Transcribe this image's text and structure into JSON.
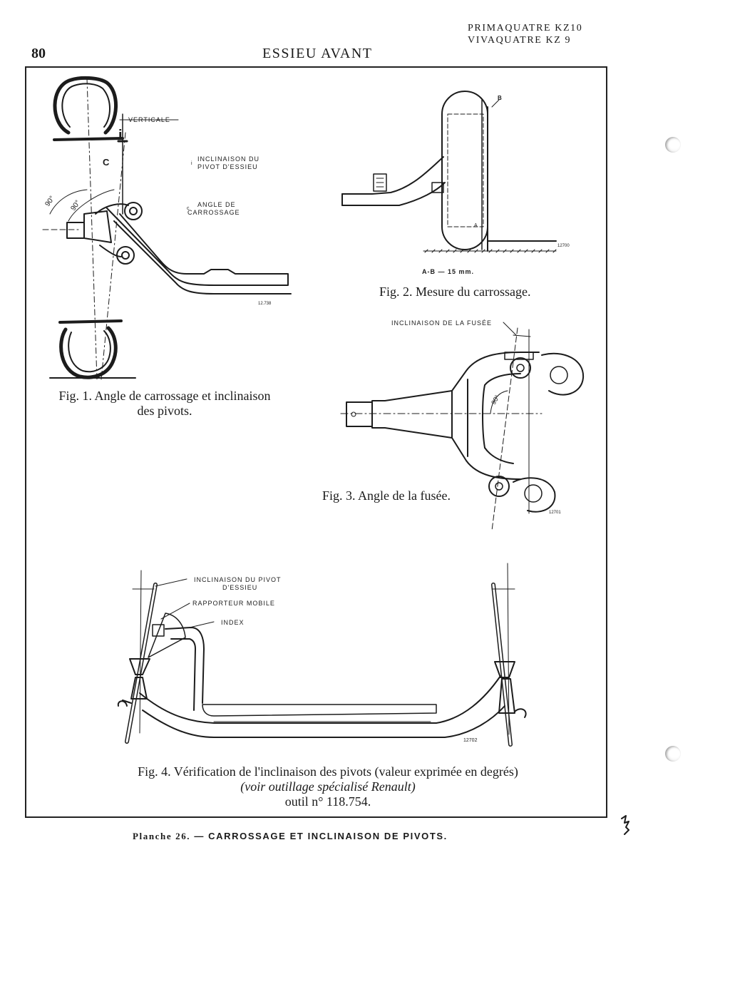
{
  "header": {
    "page_number": "80",
    "title": "ESSIEU AVANT",
    "model_line_1": "PRIMAQUATRE KZ10",
    "model_line_2": "VIVAQUATRE KZ 9"
  },
  "fig1": {
    "label_verticale": "VERTICALE",
    "marker_i": "i",
    "marker_c": "C",
    "angle_1": "90°",
    "angle_2": "90°",
    "legend_i_key": "i",
    "legend_i_line1": "INCLINAISON DU",
    "legend_i_line2": "PIVOT D'ESSIEU",
    "legend_c_key": "c",
    "legend_c_line1": "ANGLE DE",
    "legend_c_line2": "CARROSSAGE",
    "ref": "12.738",
    "caption_line1": "Fig. 1. Angle de carrossage et inclinaison",
    "caption_line2": "des pivots."
  },
  "fig2": {
    "label_b": "B",
    "label_a": "A",
    "ref": "12700",
    "measure": "A-B — 15 mm.",
    "caption": "Fig. 2. Mesure du carrossage."
  },
  "fig3": {
    "label": "INCLINAISON DE LA FUSÉE",
    "angle": "90°",
    "ref": "12701",
    "caption": "Fig. 3. Angle de la fusée."
  },
  "fig4": {
    "label_1_line1": "INCLINAISON DU PIVOT",
    "label_1_line2": "D'ESSIEU",
    "label_2": "RAPPORTEUR MOBILE",
    "label_3": "INDEX",
    "ref": "12702",
    "caption_line1": "Fig. 4. Vérification de l'inclinaison des pivots (valeur exprimée en degrés)",
    "caption_line2": "(voir outillage spécialisé Renault)",
    "caption_line3": "outil n° 118.754."
  },
  "footer": {
    "prefix": "Planche 26.",
    "text": "— CARROSSAGE ET INCLINAISON DE PIVOTS."
  }
}
